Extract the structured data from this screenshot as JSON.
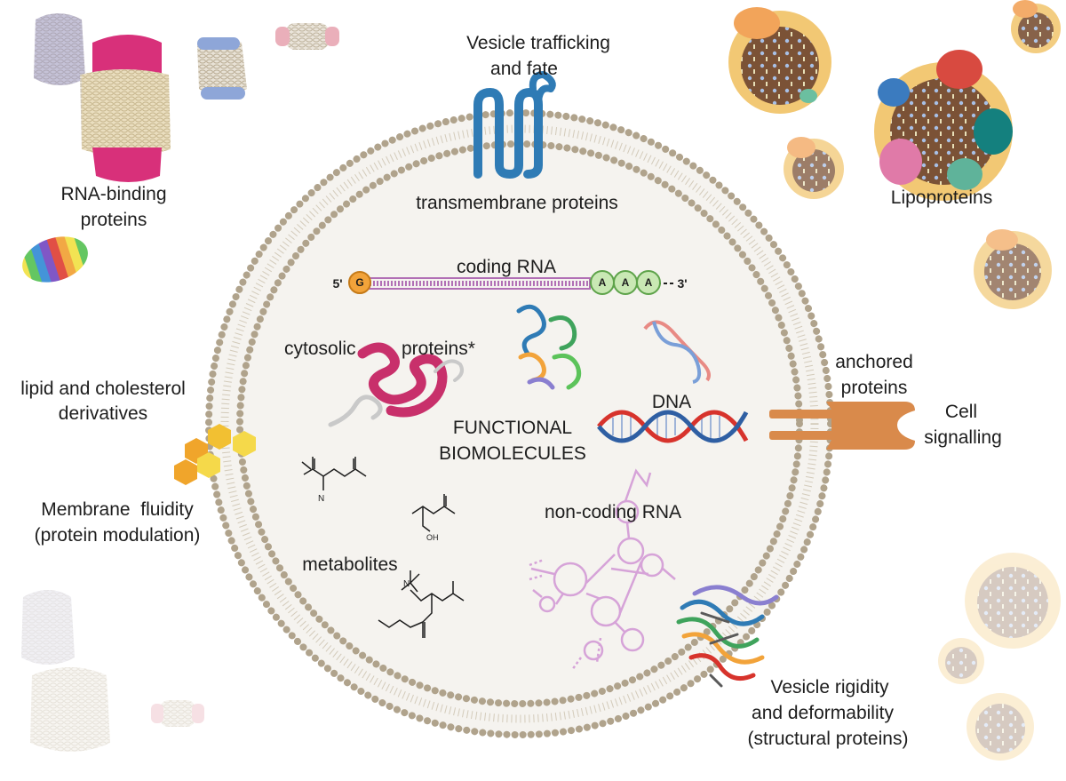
{
  "labels": {
    "vesicle_trafficking": [
      "Vesicle trafficking",
      "and fate"
    ],
    "transmembrane_proteins": "transmembrane proteins",
    "rna_binding": [
      "RNA-binding",
      "proteins"
    ],
    "lipoproteins": "Lipoproteins",
    "coding_rna": "coding RNA",
    "five_prime": "5'",
    "three_prime": "3'",
    "cap": "G",
    "poly_a": [
      "A",
      "A",
      "A"
    ],
    "cytosolic": "cytosolic",
    "proteins_star": "proteins*",
    "lipid": [
      "lipid and cholesterol",
      "derivatives"
    ],
    "anchored": [
      "anchored",
      "proteins"
    ],
    "cell_signalling": [
      "Cell",
      "signalling"
    ],
    "dna": "DNA",
    "functional": [
      "FUNCTIONAL",
      "BIOMOLECULES"
    ],
    "membrane_fluidity": [
      "Membrane  fluidity",
      "(protein modulation)"
    ],
    "noncoding": "non-coding RNA",
    "metabolites": "metabolites",
    "rigidity": [
      "Vesicle rigidity",
      "and deformability",
      "(structural proteins)"
    ],
    "chem_oh": "OH",
    "chem_n": "N"
  },
  "colors": {
    "membrane": "#b0a38c",
    "lumen": "#f5f3ef",
    "transmembrane": "#2f7bb5",
    "anchored": "#d98a4b",
    "cytosolic_protein": "#c8306b",
    "coding_rna": "#b16fb5",
    "cap": "#f2a33a",
    "poly_a": "#c9e8b4",
    "dna_red": "#d7332c",
    "dna_blue": "#2f5fa3",
    "lipid_hexagon": "#f0a52b",
    "noncoding_rna": "#d6a3d8"
  }
}
